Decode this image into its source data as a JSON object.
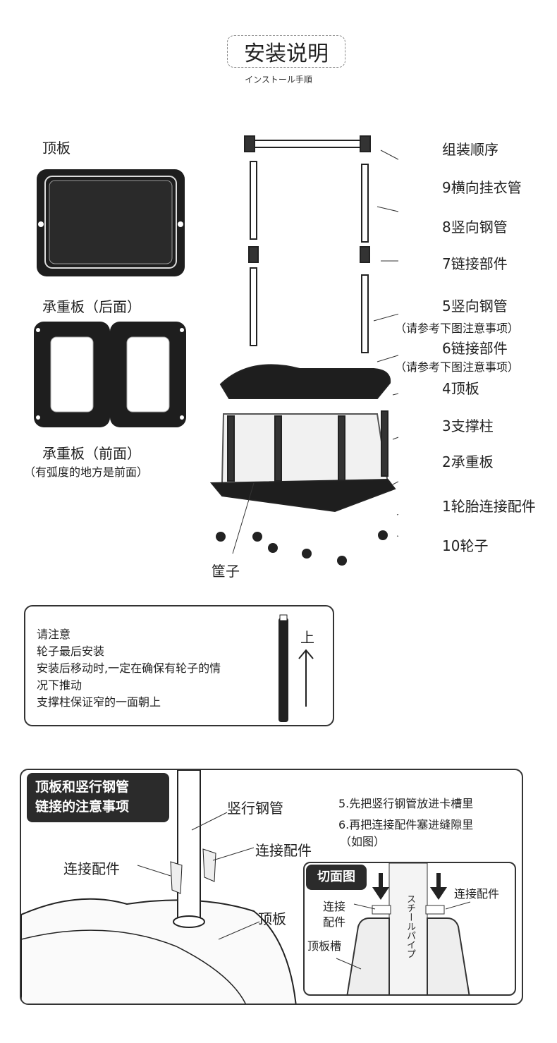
{
  "header": {
    "title": "安装说明",
    "subtitle": "インストール手順"
  },
  "left_parts": {
    "top_board": "顶板",
    "rear_board": "承重板（后面）",
    "front_board": "承重板（前面）",
    "front_note": "（有弧度的地方是前面）"
  },
  "assembly": {
    "heading": "组装顺序",
    "steps": [
      "9横向挂衣管",
      "8竖向钢管",
      "7链接部件",
      "5竖向钢管",
      "（请参考下图注意事项）",
      "6链接部件",
      "（请参考下图注意事项）",
      "4顶板",
      "3支撑柱",
      "2承重板",
      "1轮胎连接配件",
      "10轮子"
    ],
    "basket": "筐子"
  },
  "notice": {
    "lines": [
      "请注意",
      "轮子最后安装",
      "安装后移动时,一定在确保有轮子的情",
      "况下推动",
      "支撑柱保证窄的一面朝上"
    ],
    "up_label": "上"
  },
  "connection": {
    "badge_line1": "顶板和竖行钢管",
    "badge_line2": "链接的注意事项",
    "pipe_label": "竖行钢管",
    "connector_right": "连接配件",
    "connector_left": "连接配件",
    "board_label": "顶板",
    "instruction_5": "5.先把竖行钢管放进卡槽里",
    "instruction_6": "6.再把连接配件塞进缝隙里",
    "instruction_6b": "（如图）",
    "section": {
      "badge": "切面图",
      "connector_left_1": "连接",
      "connector_left_2": "配件",
      "connector_right": "连接配件",
      "slot_label": "顶板槽",
      "pipe_label": "スチールパイプ"
    }
  }
}
